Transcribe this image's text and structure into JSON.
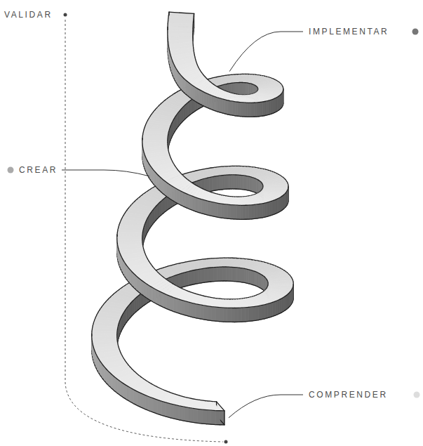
{
  "diagram": {
    "labels": [
      "VALIDAR",
      "IMPLEMENTAR",
      "CREAR",
      "COMPRENDER"
    ]
  }
}
